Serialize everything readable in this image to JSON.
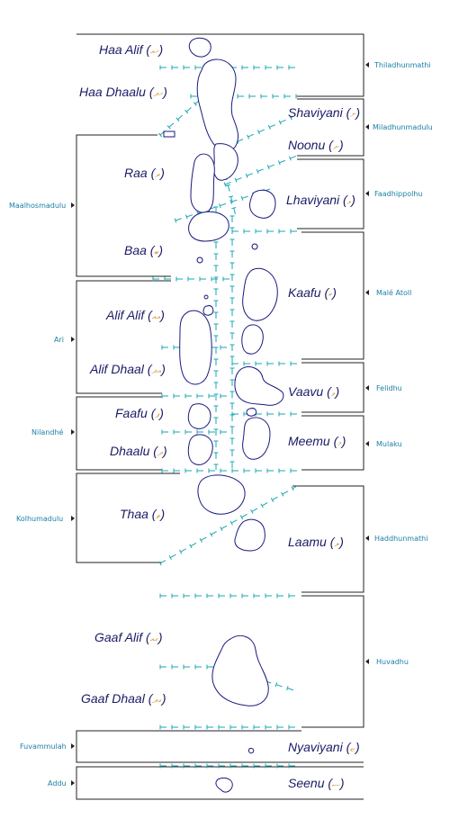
{
  "atolls": [
    {
      "name": "Haa Alif",
      "script": "ހއ"
    },
    {
      "name": "Haa Dhaalu",
      "script": "ހދ"
    },
    {
      "name": "Shaviyani",
      "script": "ށ"
    },
    {
      "name": "Noonu",
      "script": "ނ"
    },
    {
      "name": "Raa",
      "script": "ރ"
    },
    {
      "name": "Lhaviyani",
      "script": "ޅ"
    },
    {
      "name": "Baa",
      "script": "ބ"
    },
    {
      "name": "Kaafu",
      "script": "ކ"
    },
    {
      "name": "Alif Alif",
      "script": "އއ"
    },
    {
      "name": "Alif Dhaal",
      "script": "އދ"
    },
    {
      "name": "Vaavu",
      "script": "ވ"
    },
    {
      "name": "Faafu",
      "script": "ފ"
    },
    {
      "name": "Meemu",
      "script": "މ"
    },
    {
      "name": "Dhaalu",
      "script": "ދ"
    },
    {
      "name": "Thaa",
      "script": "ތ"
    },
    {
      "name": "Laamu",
      "script": "ލ"
    },
    {
      "name": "Gaaf Alif",
      "script": "ގއ"
    },
    {
      "name": "Gaaf Dhaal",
      "script": "ގދ"
    },
    {
      "name": "Nyaviyani",
      "script": "ޏ"
    },
    {
      "name": "Seenu",
      "script": "ސ"
    }
  ],
  "regions_left": [
    "Maalhosmadulu",
    "Ari",
    "Nilandhé",
    "Kolhumadulu",
    "Fuvammulah",
    "Addu"
  ],
  "regions_right": [
    "Thiladhunmathi",
    "Miladhunmadulu",
    "Faadhippolhu",
    "Malé Atoll",
    "Felidhu",
    "Mulaku",
    "Haddhunmathi",
    "Huvadhu"
  ],
  "colors": {
    "atoll_label": "#1a1a66",
    "script": "#d4881e",
    "region_label": "#1b7fa6",
    "reef": "#1aa7b3",
    "island_outline": "#1a1a80"
  }
}
